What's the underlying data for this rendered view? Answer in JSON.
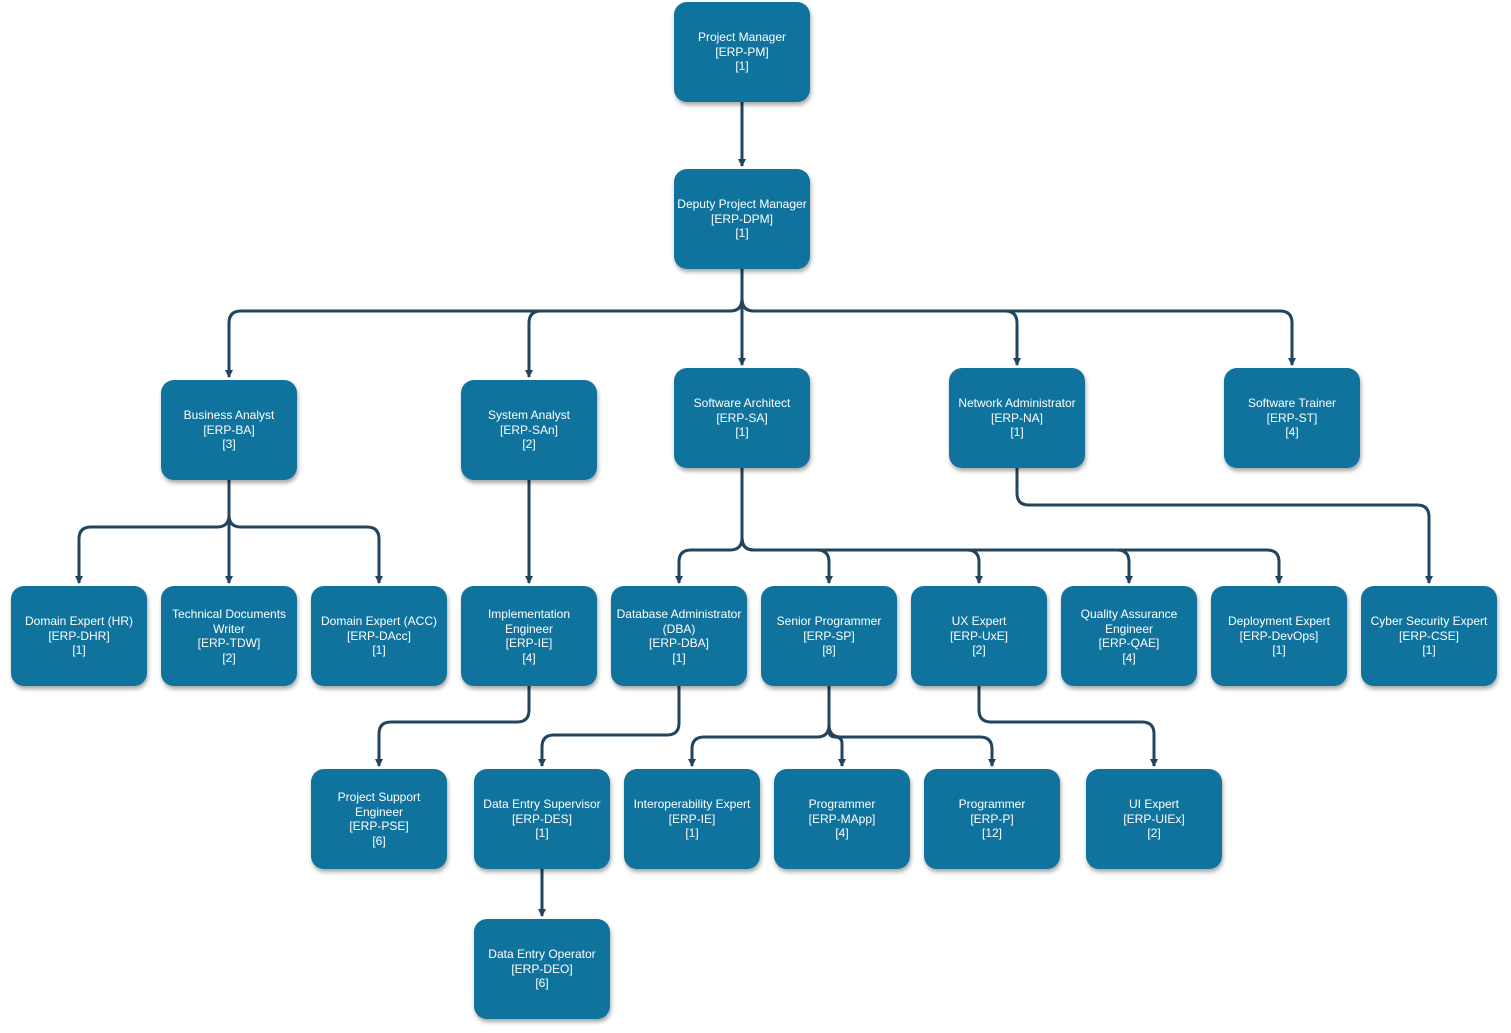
{
  "colors": {
    "node_fill": "#10739e",
    "node_text": "#ffffff",
    "connector": "#23445d",
    "background": "#ffffff"
  },
  "nodes": [
    {
      "id": "pm",
      "title": "Project Manager",
      "code": "[ERP-PM]",
      "count": "[1]"
    },
    {
      "id": "dpm",
      "title": "Deputy Project Manager",
      "code": "[ERP-DPM]",
      "count": "[1]"
    },
    {
      "id": "ba",
      "title": "Business Analyst",
      "code": "[ERP-BA]",
      "count": "[3]"
    },
    {
      "id": "san",
      "title": "System Analyst",
      "code": "[ERP-SAn]",
      "count": "[2]"
    },
    {
      "id": "sa",
      "title": "Software Architect",
      "code": "[ERP-SA]",
      "count": "[1]"
    },
    {
      "id": "na",
      "title": "Network Administrator",
      "code": "[ERP-NA]",
      "count": "[1]"
    },
    {
      "id": "st",
      "title": "Software Trainer",
      "code": "[ERP-ST]",
      "count": "[4]"
    },
    {
      "id": "dhr",
      "title": "Domain Expert (HR)",
      "code": "[ERP-DHR]",
      "count": "[1]"
    },
    {
      "id": "tdw",
      "title": "Technical Documents\nWriter",
      "code": "[ERP-TDW]",
      "count": "[2]"
    },
    {
      "id": "dacc",
      "title": "Domain Expert (ACC)",
      "code": "[ERP-DAcc]",
      "count": "[1]"
    },
    {
      "id": "ie",
      "title": "Implementation\nEngineer",
      "code": "[ERP-IE]",
      "count": "[4]"
    },
    {
      "id": "dba",
      "title": "Database Administrator\n(DBA)",
      "code": "[ERP-DBA]",
      "count": "[1]"
    },
    {
      "id": "sp",
      "title": "Senior Programmer",
      "code": "[ERP-SP]",
      "count": "[8]"
    },
    {
      "id": "uxe",
      "title": "UX Expert",
      "code": "[ERP-UxE]",
      "count": "[2]"
    },
    {
      "id": "qae",
      "title": "Quality Assurance\nEngineer",
      "code": "[ERP-QAE]",
      "count": "[4]"
    },
    {
      "id": "dev",
      "title": "Deployment Expert",
      "code": "[ERP-DevOps]",
      "count": "[1]"
    },
    {
      "id": "cse",
      "title": "Cyber Security Expert",
      "code": "[ERP-CSE]",
      "count": "[1]"
    },
    {
      "id": "pse",
      "title": "Project Support Engineer",
      "code": "[ERP-PSE]",
      "count": "[6]"
    },
    {
      "id": "des",
      "title": "Data Entry Supervisor",
      "code": "[ERP-DES]",
      "count": "[1]"
    },
    {
      "id": "iox",
      "title": "Interoperability Expert",
      "code": "[ERP-IE]",
      "count": "[1]"
    },
    {
      "id": "mapp",
      "title": "Programmer",
      "code": "[ERP-MApp]",
      "count": "[4]"
    },
    {
      "id": "prog",
      "title": "Programmer",
      "code": "[ERP-P]",
      "count": "[12]"
    },
    {
      "id": "uiex",
      "title": "UI Expert",
      "code": "[ERP-UIEx]",
      "count": "[2]"
    },
    {
      "id": "deo",
      "title": "Data Entry Operator",
      "code": "[ERP-DEO]",
      "count": "[6]"
    }
  ],
  "edges": [
    {
      "from": "pm",
      "to": "dpm"
    },
    {
      "from": "dpm",
      "to": "ba"
    },
    {
      "from": "dpm",
      "to": "san"
    },
    {
      "from": "dpm",
      "to": "sa"
    },
    {
      "from": "dpm",
      "to": "na"
    },
    {
      "from": "dpm",
      "to": "st"
    },
    {
      "from": "ba",
      "to": "dhr"
    },
    {
      "from": "ba",
      "to": "tdw"
    },
    {
      "from": "ba",
      "to": "dacc"
    },
    {
      "from": "san",
      "to": "ie"
    },
    {
      "from": "sa",
      "to": "dba"
    },
    {
      "from": "sa",
      "to": "sp"
    },
    {
      "from": "sa",
      "to": "uxe"
    },
    {
      "from": "sa",
      "to": "qae"
    },
    {
      "from": "sa",
      "to": "dev"
    },
    {
      "from": "na",
      "to": "cse"
    },
    {
      "from": "ie",
      "to": "pse"
    },
    {
      "from": "dba",
      "to": "des"
    },
    {
      "from": "sp",
      "to": "iox"
    },
    {
      "from": "sp",
      "to": "mapp"
    },
    {
      "from": "sp",
      "to": "prog"
    },
    {
      "from": "uxe",
      "to": "uiex"
    },
    {
      "from": "des",
      "to": "deo"
    }
  ]
}
